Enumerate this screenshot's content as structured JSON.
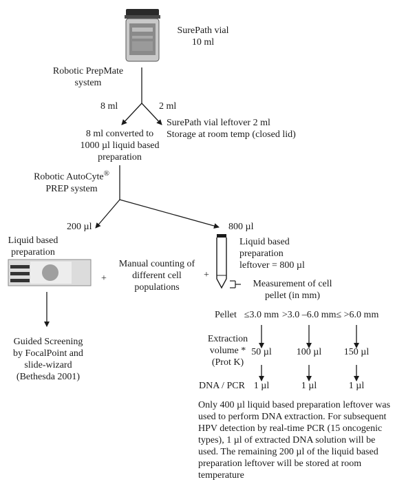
{
  "vial": {
    "label_line1": "SurePath vial",
    "label_line2": "10 ml"
  },
  "prepmate": {
    "line1": "Robotic PrepMate",
    "line2": "system"
  },
  "split1": {
    "left_volume": "8 ml",
    "right_volume": "2 ml"
  },
  "converted": {
    "line1": "8 ml converted to",
    "line2": "1000 µl liquid based",
    "line3": "preparation"
  },
  "leftover_vial": {
    "line1": "SurePath vial leftover 2 ml",
    "line2": "Storage at room temp (closed lid)"
  },
  "autocyte": {
    "line1": "Robotic AutoCyte",
    "registered": "®",
    "line2": "PREP system"
  },
  "split2": {
    "left_volume": "200 µl",
    "right_volume": "800 µl"
  },
  "slide_prep": {
    "line1": "Liquid based",
    "line2": "preparation"
  },
  "plus_sign": "+",
  "manual_count": {
    "line1": "Manual counting of",
    "line2": "different cell",
    "line3": "populations"
  },
  "tube_leftover": {
    "line1": "Liquid based",
    "line2": "preparation",
    "line3": "leftover = 800 µl"
  },
  "measurement": {
    "line1": "Measurement of cell",
    "line2": "pellet (in mm)"
  },
  "screening": {
    "line1": "Guided Screening",
    "line2": "by FocalPoint and",
    "line3": "slide-wizard",
    "line4": "(Bethesda 2001)"
  },
  "pellet": {
    "label": "Pellet",
    "range1": "≤3.0 mm",
    "range2": ">3.0 –6.0 mm≤",
    "range3": ">6.0 mm"
  },
  "extraction": {
    "line1": "Extraction",
    "line2": "volume *",
    "line3": "(Prot K)",
    "vol1": "50 µl",
    "vol2": "100 µl",
    "vol3": "150 µl"
  },
  "dna_pcr": {
    "label": "DNA / PCR",
    "v1": "1 µl",
    "v2": "1 µl",
    "v3": "1 µl"
  },
  "footnote": "Only 400 µl liquid based preparation leftover was used to perform DNA extraction. For subsequent HPV detection by real-time PCR (15 oncogenic types), 1 µl of extracted DNA solution will be used. The remaining 200 µl of the liquid based preparation leftover will be stored at room temperature"
}
